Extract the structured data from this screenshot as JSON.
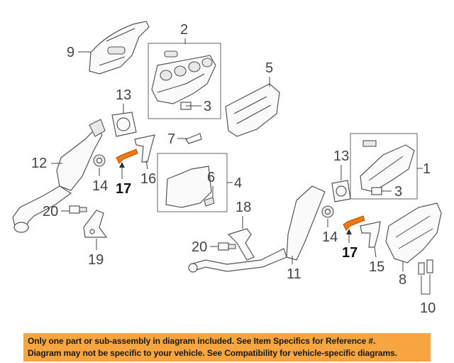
{
  "callouts": {
    "c1": "1",
    "c2": "2",
    "c3a": "3",
    "c3b": "3",
    "c4": "4",
    "c5": "5",
    "c6": "6",
    "c7": "7",
    "c8": "8",
    "c9": "9",
    "c10": "10",
    "c11": "11",
    "c12": "12",
    "c13a": "13",
    "c13b": "13",
    "c14a": "14",
    "c14b": "14",
    "c15": "15",
    "c16": "16",
    "c17a": "17",
    "c17b": "17",
    "c18": "18",
    "c19": "19",
    "c20a": "20",
    "c20b": "20"
  },
  "highlight_color": "#f07a12",
  "banner": {
    "color": "#f7a540",
    "line1": "Only one part or sub-assembly in diagram included. See Item Specifics for Reference #.",
    "line2": "Diagram may not be specific to your vehicle. See Compatibility for vehicle-specific diagrams."
  }
}
